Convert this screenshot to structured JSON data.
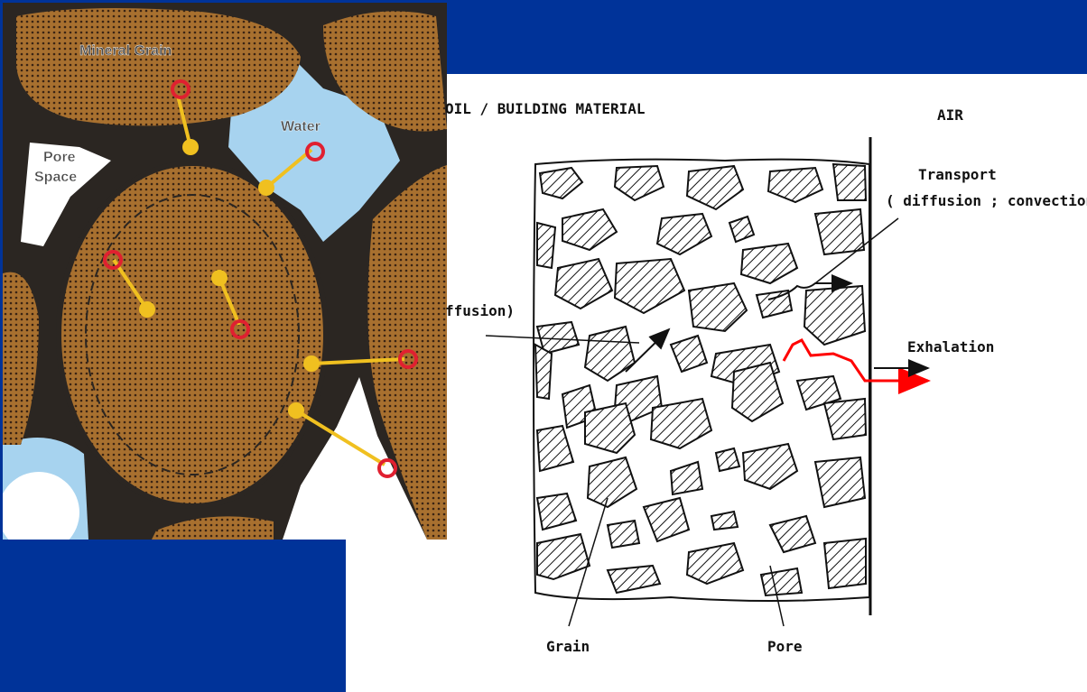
{
  "photo": {
    "labels": {
      "mineral_grain": "Mineral Grain",
      "water": "Water",
      "pore_space_line1": "Pore",
      "pore_space_line2": "Space"
    }
  },
  "diagram": {
    "header_left": "OIL / BUILDING MATERIAL",
    "header_right": "AIR",
    "transport_line1": "Transport",
    "transport_line2": "( diffusion ; convection )",
    "diffusion_label": "ffusion)",
    "exhalation_label": "Exhalation",
    "grain_label": "Grain",
    "pore_label": "Pore"
  },
  "colors": {
    "background": "#003399",
    "grain_brown": "#a0692e",
    "water_blue": "#a7d3ef",
    "arrow_yellow": "#f0c020",
    "circle_red": "#e02030",
    "exhalation_red": "#ff0000"
  }
}
